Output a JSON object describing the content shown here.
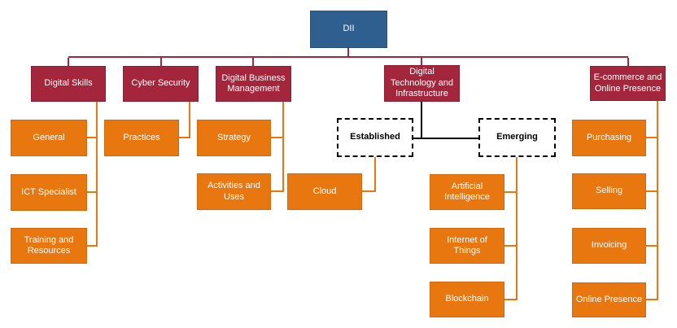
{
  "colors": {
    "root_blue": "#2F5F8F",
    "category_red": "#A3263C",
    "item_orange": "#E8770F",
    "connector_black": "#000000",
    "background": "#FFFFFF",
    "node_text_light": "#FFFFFF",
    "dashed_text": "#000000"
  },
  "tree": {
    "root": {
      "label": "DII"
    },
    "branches": [
      {
        "label": "Digital Skills",
        "children": [
          {
            "label": "General"
          },
          {
            "label": "ICT Specialist"
          },
          {
            "label": "Training and Resources"
          }
        ]
      },
      {
        "label": "Cyber Security",
        "children": [
          {
            "label": "Practices"
          }
        ]
      },
      {
        "label": "Digital Business Management",
        "children": [
          {
            "label": "Strategy"
          },
          {
            "label": "Activities and Uses"
          }
        ]
      },
      {
        "label": "Digital Technology and Infrastructure",
        "children": [
          {
            "label": "Established",
            "children": [
              {
                "label": "Cloud"
              }
            ]
          },
          {
            "label": "Emerging",
            "children": [
              {
                "label": "Artificial Intelligence"
              },
              {
                "label": "Internet of Things"
              },
              {
                "label": "Blockchain"
              }
            ]
          }
        ]
      },
      {
        "label": "E-commerce and Online Presence",
        "children": [
          {
            "label": "Purchasing"
          },
          {
            "label": "Selling"
          },
          {
            "label": "Invoicing"
          },
          {
            "label": "Online Presence"
          }
        ]
      }
    ]
  }
}
